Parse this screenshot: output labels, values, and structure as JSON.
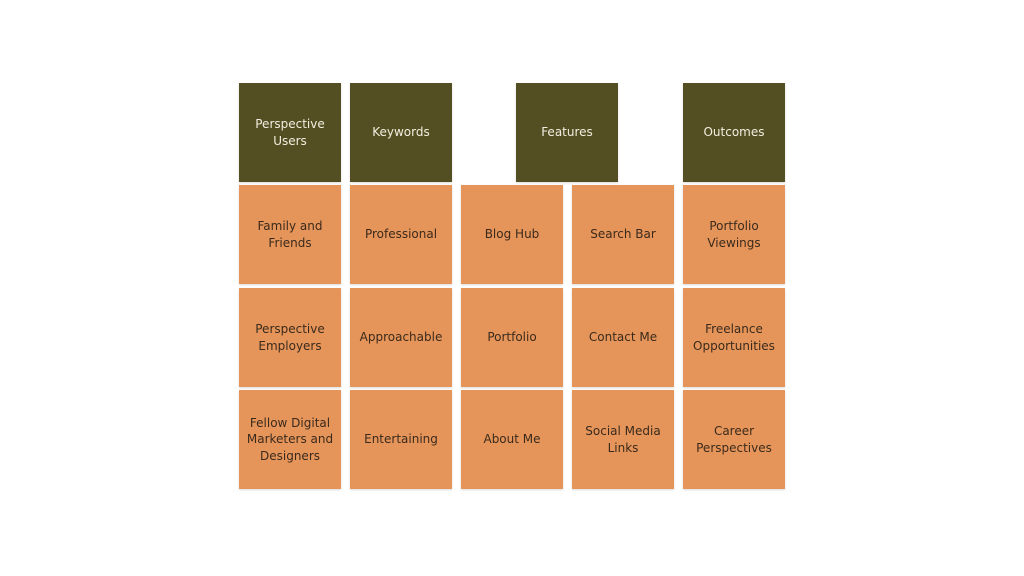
{
  "colors": {
    "header": "#544f22",
    "cell": "#e6955a"
  },
  "headers": {
    "users": "Perspective Users",
    "keywords": "Keywords",
    "features": "Features",
    "outcomes": "Outcomes"
  },
  "columns": {
    "users": [
      "Family and Friends",
      "Perspective Employers",
      "Fellow Digital Marketers and Designers"
    ],
    "keywords": [
      "Professional",
      "Approachable",
      "Entertaining"
    ],
    "features_a": [
      "Blog Hub",
      "Portfolio",
      "About Me"
    ],
    "features_b": [
      "Search Bar",
      "Contact Me",
      "Social Media Links"
    ],
    "outcomes": [
      "Portfolio Viewings",
      "Freelance Opportunities",
      "Career Perspectives"
    ]
  }
}
